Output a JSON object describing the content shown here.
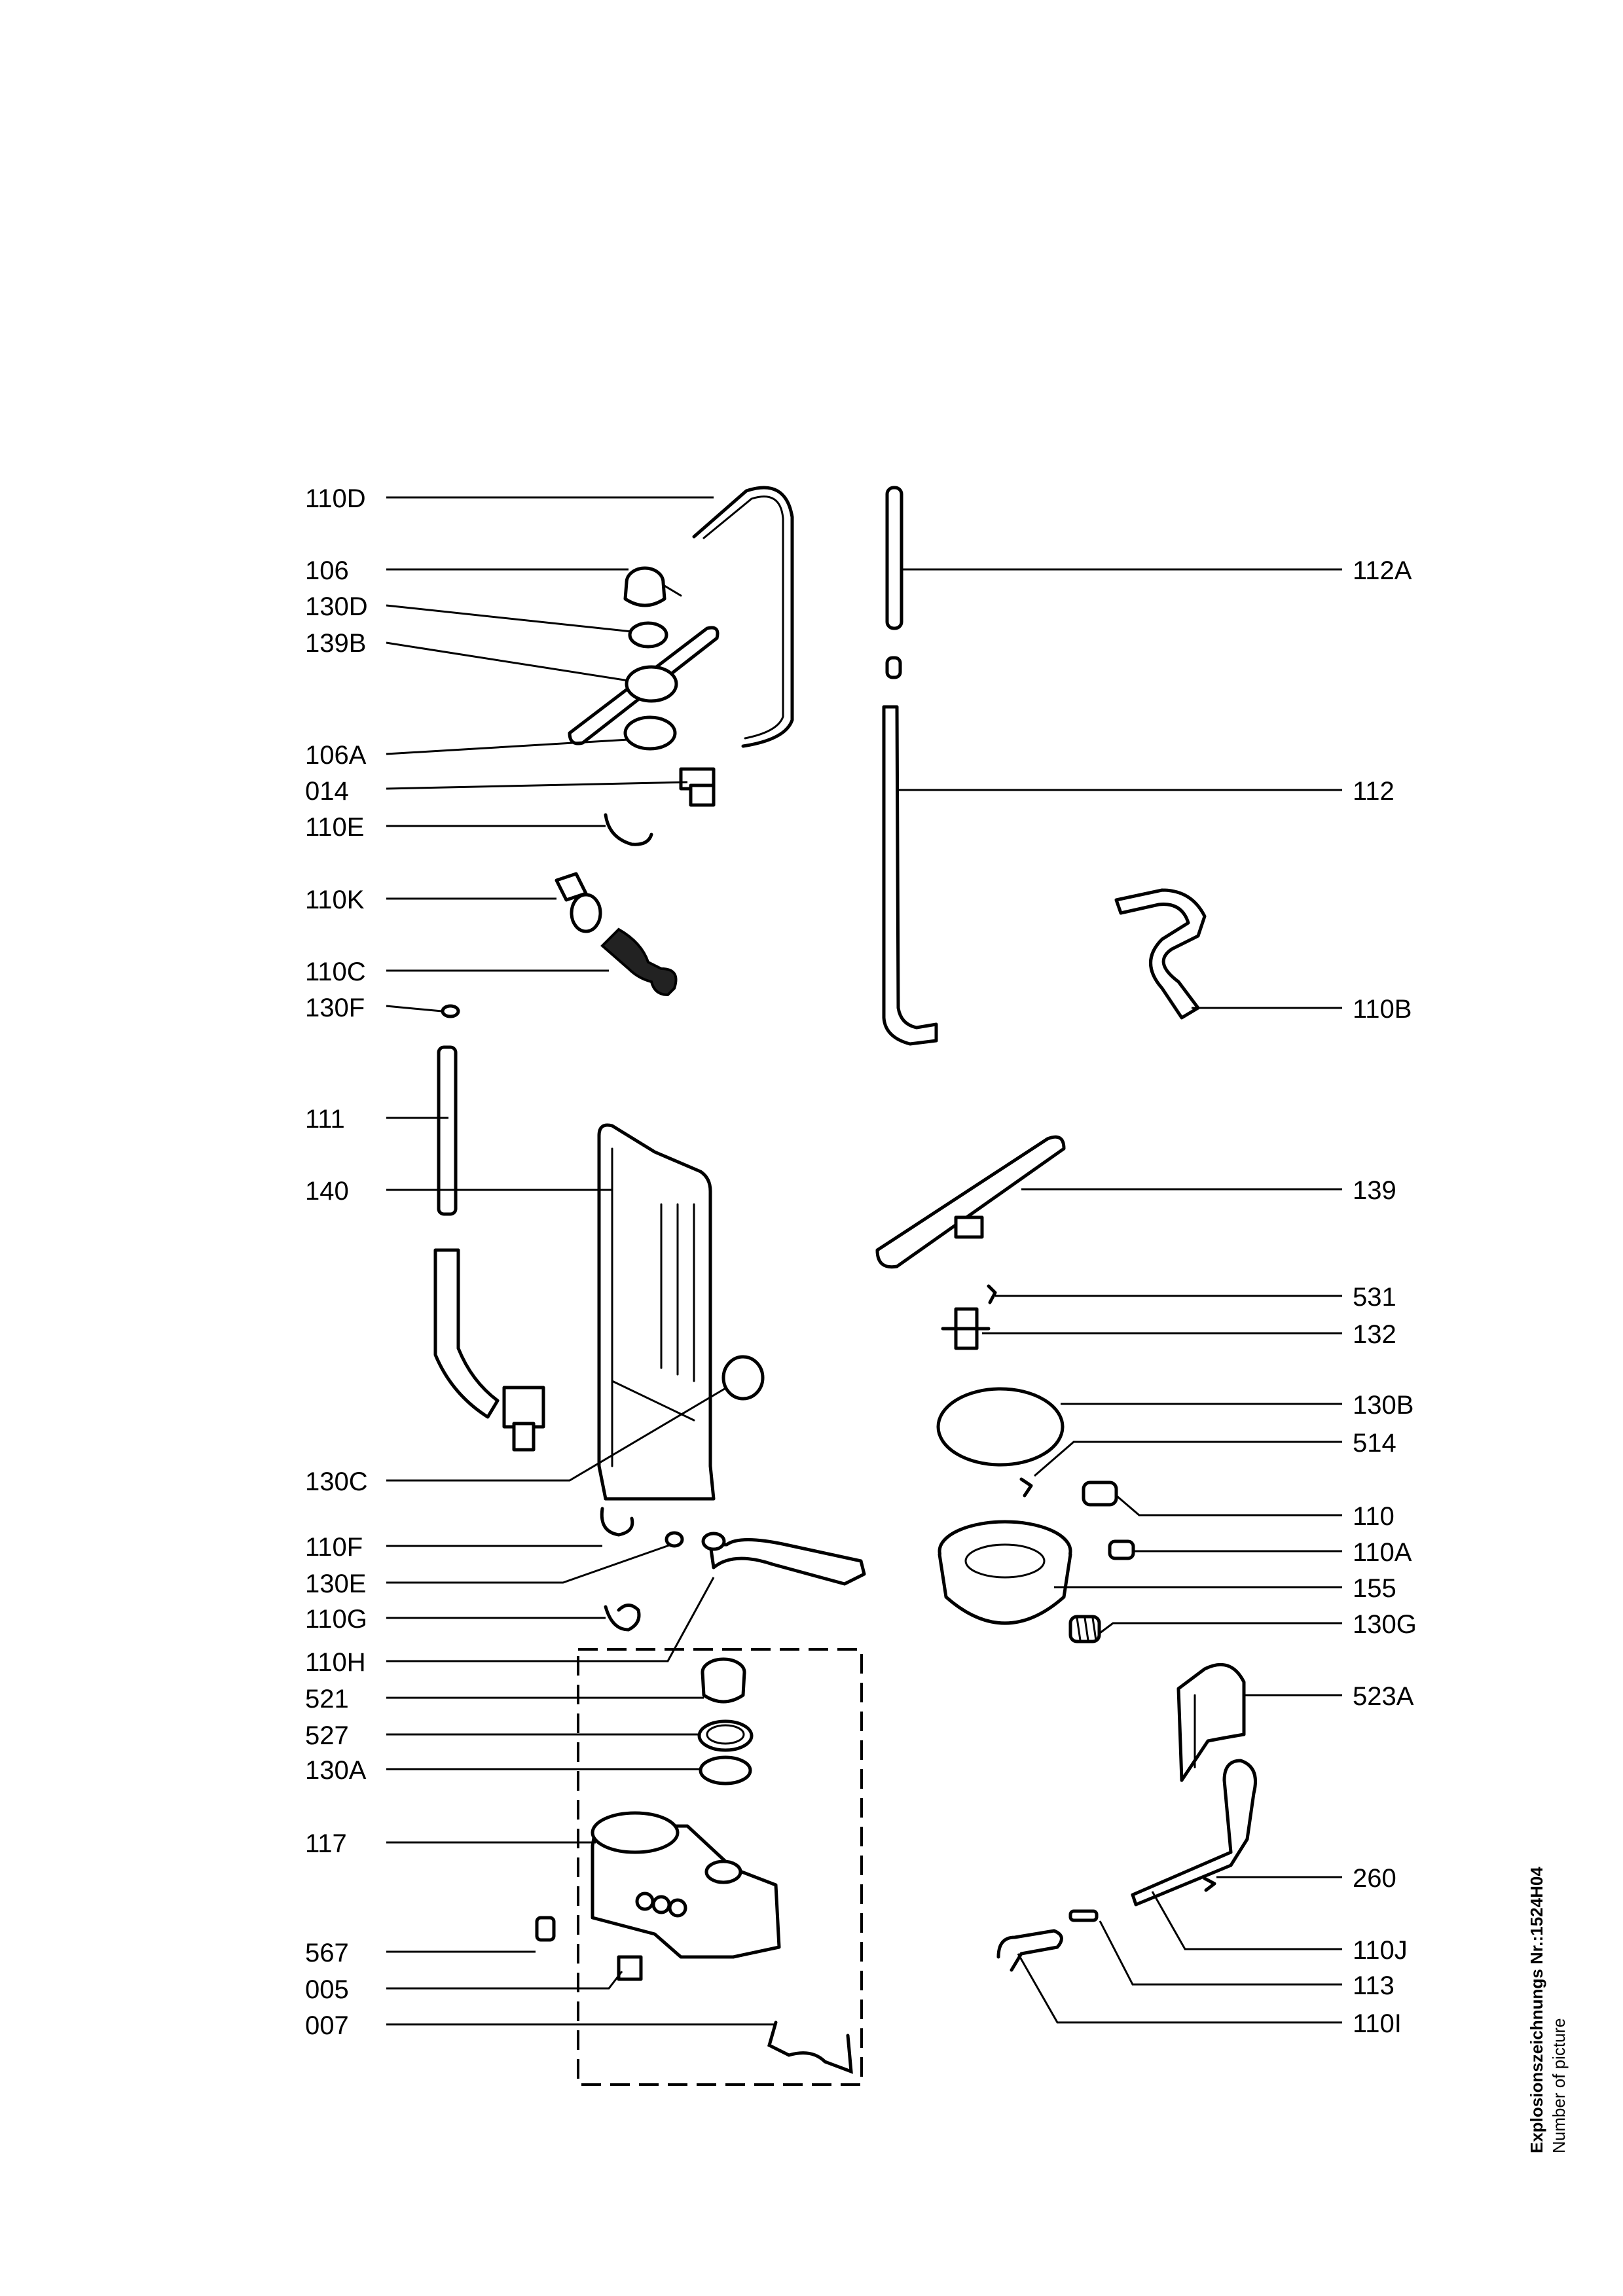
{
  "labels": {
    "l110D": "110D",
    "l106": "106",
    "l130D": "130D",
    "l139B": "139B",
    "l106A": "106A",
    "l014": "014",
    "l110E": "110E",
    "l110K": "110K",
    "l110C": "110C",
    "l130F": "130F",
    "l111": "111",
    "l140": "140",
    "l130C": "130C",
    "l110F": "110F",
    "l130E": "130E",
    "l110G": "110G",
    "l110H": "110H",
    "l521": "521",
    "l527": "527",
    "l130A": "130A",
    "l117": "117",
    "l567": "567",
    "l005": "005",
    "l007": "007",
    "l112A": "112A",
    "l112": "112",
    "l110B": "110B",
    "l139": "139",
    "l531": "531",
    "l132": "132",
    "l130B": "130B",
    "l514": "514",
    "l110": "110",
    "l110A": "110A",
    "l155": "155",
    "l130G": "130G",
    "l523A": "523A",
    "l260": "260",
    "l110J": "110J",
    "l113": "113",
    "l110I": "110I"
  },
  "caption": {
    "drawing_number": "Explosionszeichnungs Nr.:1524H04",
    "subtitle": "Number of picture"
  }
}
